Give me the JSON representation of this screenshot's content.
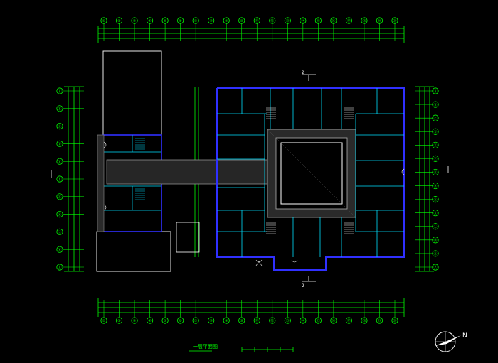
{
  "drawing": {
    "plan_title": "一层平面图",
    "section_mark_top": "2",
    "section_mark_bottom": "2",
    "north_label": "N"
  },
  "axes": {
    "top": [
      "①",
      "②",
      "③",
      "④",
      "⑤",
      "⑥",
      "⑦",
      "⑧",
      "⑨",
      "⑩",
      "⑪",
      "⑫",
      "⑬",
      "⑭",
      "⑮",
      "⑯",
      "⑰",
      "⑱",
      "⑲",
      "⑳"
    ],
    "bottom": [
      "①",
      "②",
      "③",
      "④",
      "⑤",
      "⑥",
      "⑦",
      "⑧",
      "⑨",
      "⑩",
      "⑪",
      "⑫",
      "⑬",
      "⑭",
      "⑮",
      "⑯",
      "⑰",
      "⑱",
      "⑲",
      "⑳"
    ],
    "left": [
      "Ⓐ",
      "Ⓑ",
      "Ⓒ",
      "Ⓓ",
      "Ⓔ",
      "Ⓕ",
      "Ⓖ",
      "Ⓗ",
      "Ⓙ",
      "Ⓚ",
      "Ⓛ"
    ],
    "right": [
      "Ⓐ",
      "Ⓑ",
      "Ⓒ",
      "Ⓓ",
      "Ⓔ",
      "Ⓕ",
      "Ⓖ",
      "Ⓗ",
      "Ⓙ",
      "Ⓚ",
      "Ⓛ",
      "Ⓜ",
      "Ⓝ",
      "Ⓟ"
    ]
  },
  "colors": {
    "background": "#000000",
    "dimension": "#00ff00",
    "wall": "#3030ff",
    "detail": "#00e0ff",
    "text": "#ffffff",
    "paving": "#b0b0b0"
  }
}
